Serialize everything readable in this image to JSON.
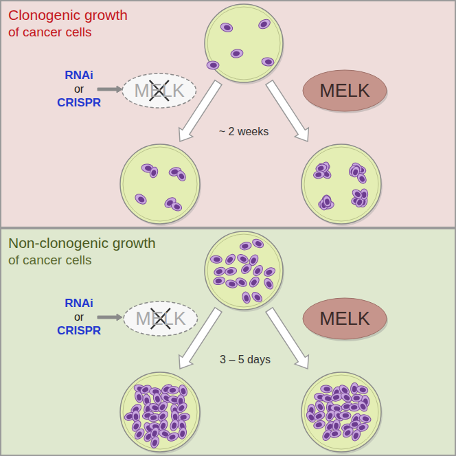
{
  "diagram": {
    "nodes": [
      {
        "text": [
          "Clonogenic growth",
          "of cancer cells"
        ]
      },
      {
        "text": [
          "MELK"
        ],
        "in": 0
      },
      {
        "text": [
          "MELK"
        ],
        "in": 0
      },
      {
        "text": [
          "Non-clonogenic growth",
          "of cancer cells"
        ]
      },
      {
        "text": [
          "MELK"
        ],
        "in": 3
      },
      {
        "text": [
          "MELK"
        ],
        "in": 3
      }
    ],
    "labels": [
      "RNAi",
      "or",
      "CRISPR",
      "~ 2 weeks",
      "RNAi",
      "or",
      "CRISPR",
      "3 – 5 days"
    ]
  }
}
